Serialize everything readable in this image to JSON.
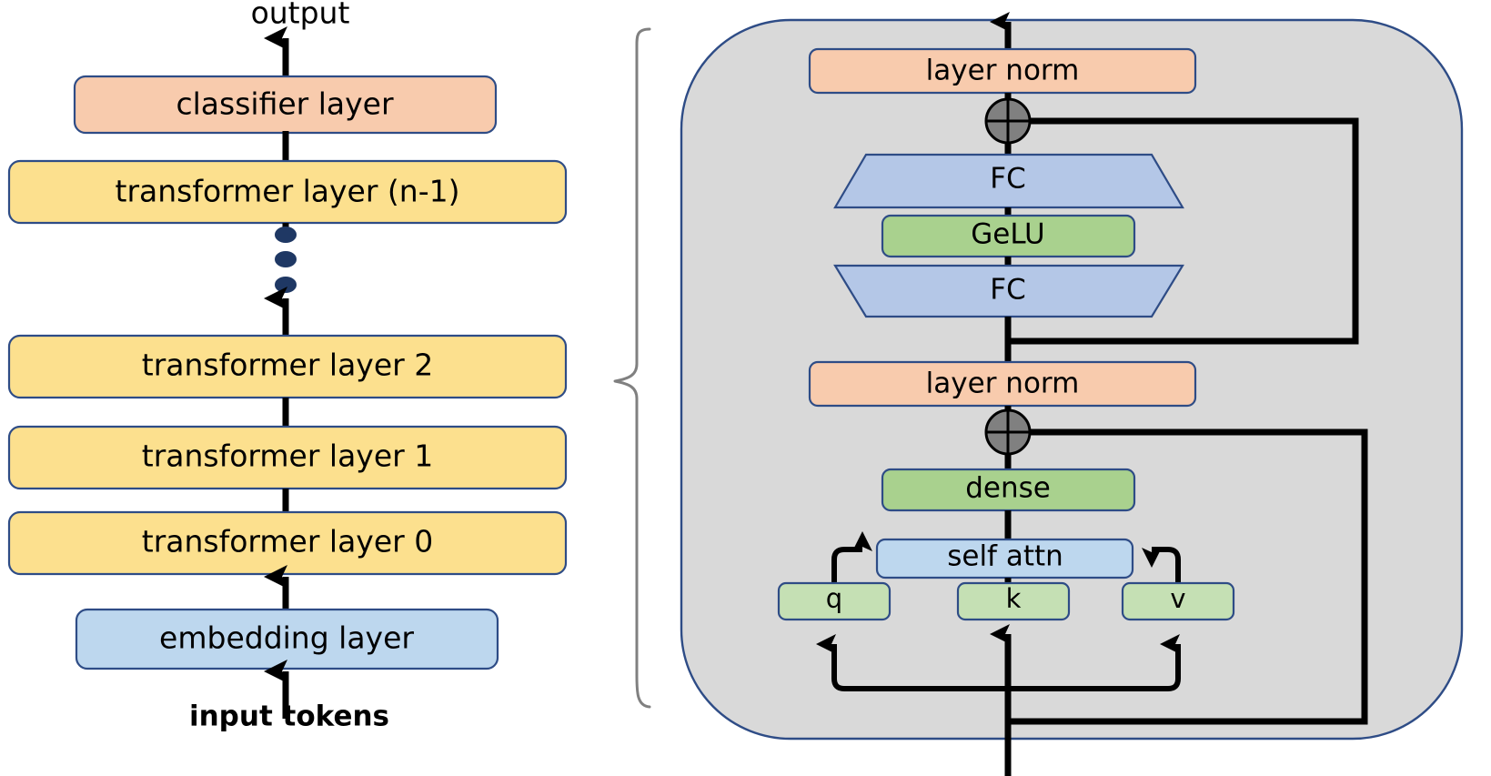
{
  "figure": {
    "title": "Transformer model architecture with expanded transformer layer detail",
    "background": "#FFFFFF"
  },
  "palette": {
    "peach": "#F8CBAD",
    "yellow": "#FCE08E",
    "light_blue": "#BDD7EE",
    "fc_blue": "#B4C7E7",
    "green": "#A9D18E",
    "qkv_green": "#C5E0B4",
    "panel_gray": "#D9D9D9",
    "box_border": "#2E4C86",
    "panel_border": "#2E4C86",
    "brace_gray": "#808080",
    "arrow_black": "#000000",
    "node_gray": "#808080"
  },
  "left_stack": {
    "top_label": "output",
    "bottom_label": "input tokens",
    "ellipsis_dots": 3,
    "boxes": [
      {
        "id": "classifier",
        "label": "classifier layer",
        "color": "peach"
      },
      {
        "id": "transformer-n-1",
        "label": "transformer layer (n-1)",
        "color": "yellow"
      },
      {
        "id": "transformer-2",
        "label": "transformer layer 2",
        "color": "yellow"
      },
      {
        "id": "transformer-1",
        "label": "transformer layer 1",
        "color": "yellow"
      },
      {
        "id": "transformer-0",
        "label": "transformer layer 0",
        "color": "yellow"
      },
      {
        "id": "embedding",
        "label": "embedding layer",
        "color": "light_blue"
      }
    ]
  },
  "detail_panel": {
    "connector": "curly-brace",
    "blocks": [
      {
        "id": "layer-norm-top",
        "label": "layer norm",
        "color": "peach",
        "shape": "rounded-rect"
      },
      {
        "id": "add-top",
        "label": "+",
        "color": "node_gray",
        "shape": "circle-plus"
      },
      {
        "id": "fc-upper",
        "label": "FC",
        "color": "fc_blue",
        "shape": "trapezoid-narrow-top"
      },
      {
        "id": "gelu",
        "label": "GeLU",
        "color": "green",
        "shape": "rounded-rect"
      },
      {
        "id": "fc-lower",
        "label": "FC",
        "color": "fc_blue",
        "shape": "trapezoid-wide-top"
      },
      {
        "id": "layer-norm-bottom",
        "label": "layer norm",
        "color": "peach",
        "shape": "rounded-rect"
      },
      {
        "id": "add-bottom",
        "label": "+",
        "color": "node_gray",
        "shape": "circle-plus"
      },
      {
        "id": "dense",
        "label": "dense",
        "color": "green",
        "shape": "rounded-rect"
      },
      {
        "id": "self-attn",
        "label": "self attn",
        "color": "light_blue",
        "shape": "rounded-rect"
      },
      {
        "id": "q",
        "label": "q",
        "color": "qkv_green",
        "shape": "rounded-rect"
      },
      {
        "id": "k",
        "label": "k",
        "color": "qkv_green",
        "shape": "rounded-rect"
      },
      {
        "id": "v",
        "label": "v",
        "color": "qkv_green",
        "shape": "rounded-rect"
      }
    ],
    "residual_connections": [
      {
        "from": "input-split",
        "to": "add-bottom",
        "side": "right"
      },
      {
        "from": "add-bottom-split",
        "to": "add-top",
        "side": "right"
      }
    ]
  }
}
